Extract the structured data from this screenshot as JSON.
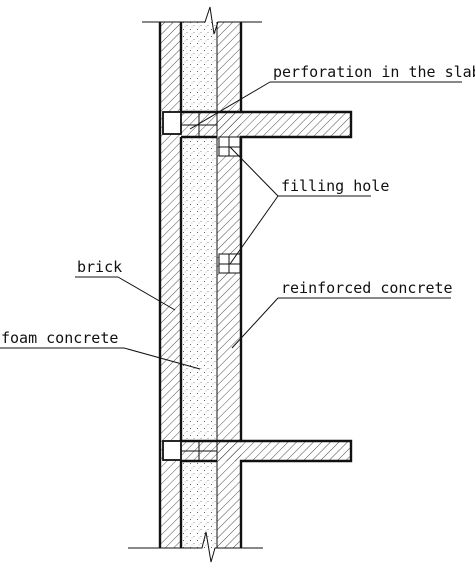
{
  "labels": {
    "perforation": "perforation in the slab",
    "filling_hole": "filling hole",
    "brick": "brick",
    "reinforced_concrete": "reinforced concrete",
    "foam_concrete": "foam concrete"
  },
  "colors": {
    "line": "#111111",
    "background": "#ffffff"
  }
}
